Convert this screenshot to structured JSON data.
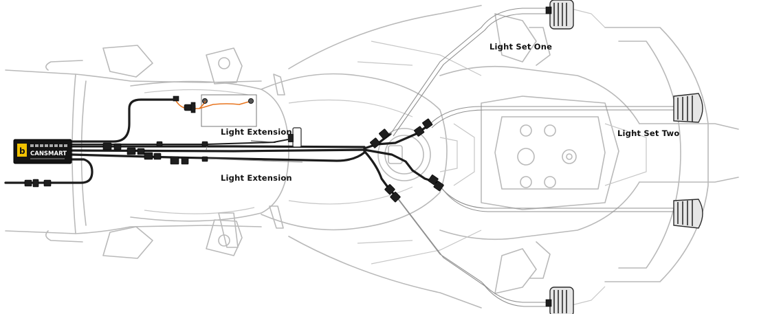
{
  "labels": {
    "light_set_one": "Light Set One",
    "light_set_two": "Light Set Two",
    "light_extension_upper": "Light Extension",
    "light_extension_lower": "Light Extension"
  },
  "controller": {
    "brand": "CANSMART",
    "accent_color": "#f2c200"
  },
  "colors": {
    "harness": "#1c1c1c",
    "battery_lead": "#e8751f",
    "bike_outline": "#b9b9b9"
  }
}
